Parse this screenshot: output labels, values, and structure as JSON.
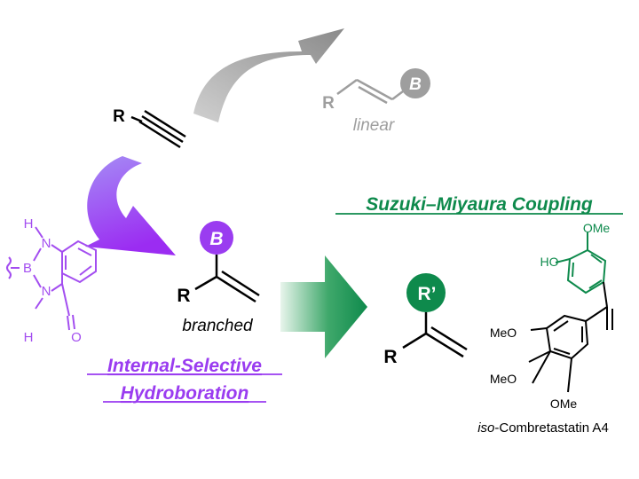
{
  "reactant": {
    "r_label": "R"
  },
  "linear_product": {
    "r_label": "R",
    "boron_label": "B",
    "caption": "linear"
  },
  "branched_product": {
    "r_label": "R",
    "boron_label": "B",
    "caption": "branched"
  },
  "boron_group": {
    "n_top": "N",
    "n_bottom": "N",
    "h_top": "H",
    "h_bottom": "H",
    "boron": "B",
    "oxygen": "O"
  },
  "step1": {
    "line1": "Internal-Selective",
    "line2": "Hydroboration"
  },
  "step2": {
    "title": "Suzuki–Miyaura Coupling"
  },
  "coupled_product": {
    "r_label": "R",
    "r_prime_label": "R’"
  },
  "natural_product": {
    "ho": "HO",
    "ome_top": "OMe",
    "meo_upper": "MeO",
    "meo_lower": "MeO",
    "ome_bottom": "OMe",
    "name_prefix": "iso",
    "name_rest": "-Combretastatin A4"
  },
  "colors": {
    "purple": "#9a3cf0",
    "green": "#0e8a4c",
    "gray": "#9e9e9e",
    "black": "#000000"
  }
}
